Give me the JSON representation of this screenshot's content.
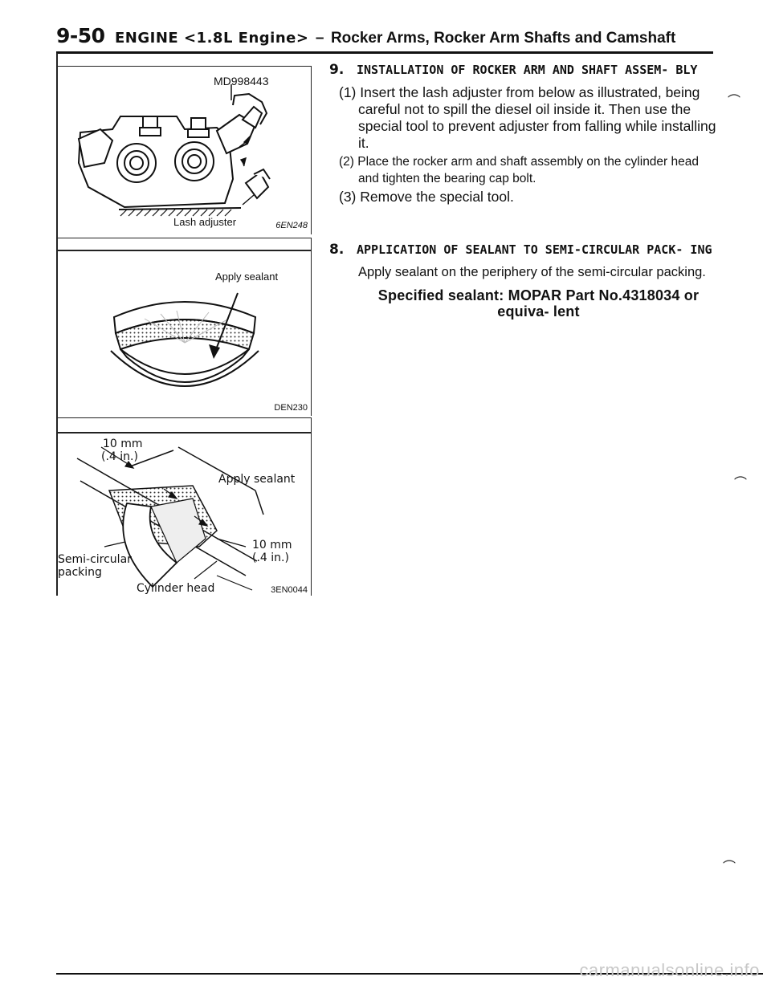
{
  "header": {
    "page_number": "9-50",
    "section": "ENGINE <1.8L Engine>",
    "dash": "–",
    "title": "Rocker Arms, Rocker Arm Shafts and Camshaft"
  },
  "figures": [
    {
      "tool_label": "MD998443",
      "part_label": "Lash adjuster",
      "code": "6EN248"
    },
    {
      "label": "Apply sealant",
      "code": "DEN230"
    },
    {
      "dim_top_value": "10 mm",
      "dim_top_unit": "(.4 in.)",
      "sealant_label": "Apply sealant",
      "dim_right_value": "10 mm",
      "dim_right_unit": "(.4 in.)",
      "packing_label_1": "Semi-circular",
      "packing_label_2": "packing",
      "head_label": "Cylinder head",
      "code": "3EN0044"
    }
  ],
  "sections": [
    {
      "number": "9.",
      "title": "INSTALLATION OF ROCKER ARM AND SHAFT ASSEM- BLY",
      "steps": [
        "(1) Insert the lash adjuster from below as illustrated, being careful not to spill the diesel oil inside it. Then use the special tool to prevent adjuster from falling while installing it.",
        "(2) Place the rocker arm and shaft assembly on the cylinder head and tighten the bearing cap bolt.",
        "(3) Remove the special tool."
      ]
    },
    {
      "number": "8.",
      "title": "APPLICATION OF SEALANT TO SEMI-CIRCULAR PACK- ING",
      "body": "Apply sealant on the periphery of the semi-circular packing.",
      "spec": "Specified sealant: MOPAR Part No.4318034 or equiva- lent"
    }
  ],
  "footer": {
    "watermark": "carmanualsonline.info"
  }
}
